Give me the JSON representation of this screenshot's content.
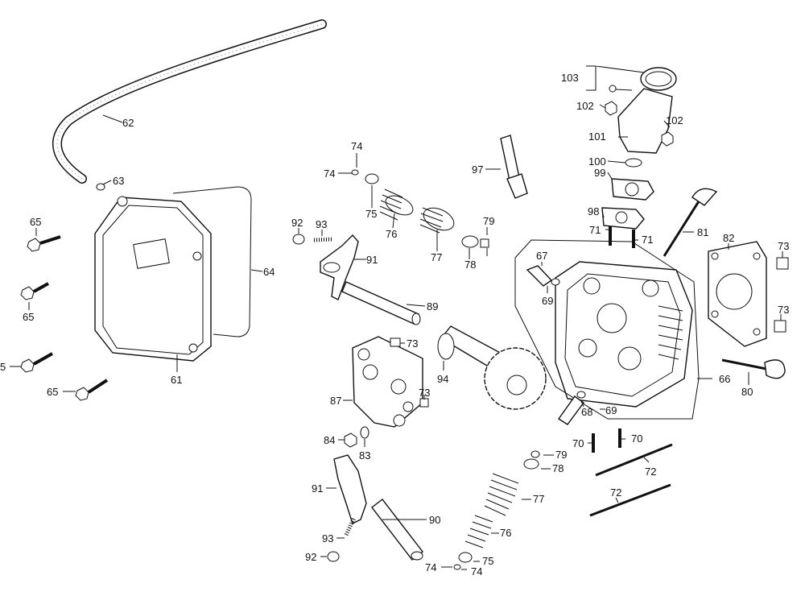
{
  "diagram": {
    "labels": {
      "p5": "5",
      "p61": "61",
      "p62": "62",
      "p63": "63",
      "p64": "64",
      "p65a": "65",
      "p65b": "65",
      "p65c": "65",
      "p66": "66",
      "p67": "67",
      "p68": "68",
      "p69a": "69",
      "p69b": "69",
      "p70a": "70",
      "p70b": "70",
      "p71a": "71",
      "p71b": "71",
      "p72a": "72",
      "p72b": "72",
      "p73a": "73",
      "p73b": "73",
      "p73c": "73",
      "p73d": "73",
      "p74a": "74",
      "p74b": "74",
      "p74c": "74",
      "p74d": "74",
      "p75a": "75",
      "p75b": "75",
      "p76a": "76",
      "p76b": "76",
      "p77a": "77",
      "p77b": "77",
      "p78a": "78",
      "p78b": "78",
      "p79a": "79",
      "p79b": "79",
      "p80": "80",
      "p81": "81",
      "p82": "82",
      "p83": "83",
      "p84": "84",
      "p87": "87",
      "p89": "89",
      "p90": "90",
      "p91a": "91",
      "p91b": "91",
      "p92a": "92",
      "p92b": "92",
      "p93a": "93",
      "p93b": "93",
      "p94": "94",
      "p97": "97",
      "p98": "98",
      "p99": "99",
      "p100": "100",
      "p101": "101",
      "p102a": "102",
      "p102b": "102",
      "p103": "103"
    }
  }
}
